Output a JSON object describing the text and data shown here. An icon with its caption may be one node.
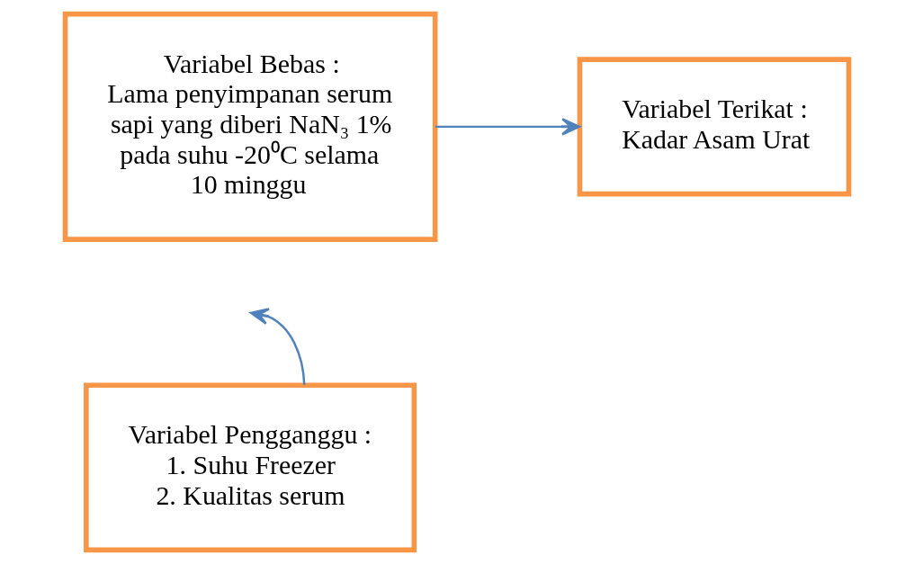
{
  "diagram": {
    "nodes": [
      {
        "text": [
          "Variabel Bebas :",
          "Lama penyimpanan serum sapi yang diberi NaN₃ 1% pada suhu -20⁰C selama 10 minggu"
        ]
      },
      {
        "text": [
          "Variabel Terikat :",
          "Kadar Asam Urat"
        ]
      },
      {
        "text": [
          "Variabel Pengganggu :",
          "1. Suhu Freezer",
          "2. Kualitas serum"
        ]
      }
    ],
    "edges": [
      {
        "from": 0,
        "to": 1,
        "arrow": "to"
      },
      {
        "from": 2,
        "to": null,
        "arrow": "to"
      }
    ]
  }
}
